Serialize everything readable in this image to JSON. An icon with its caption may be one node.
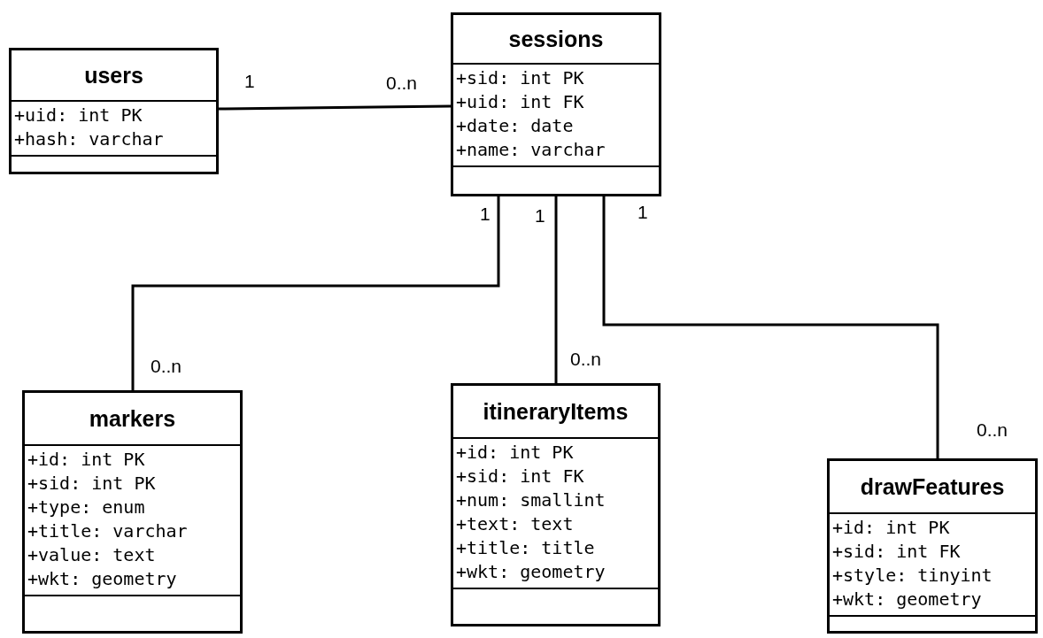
{
  "diagram": {
    "nodes": [
      {
        "text": [
          "users",
          "+uid: int PK",
          "+hash: varchar"
        ]
      },
      {
        "text": [
          "sessions",
          "+sid: int PK",
          "+uid: int FK",
          "+date: date",
          "+name: varchar"
        ]
      },
      {
        "text": [
          "markers",
          "+id: int PK",
          "+sid: int PK",
          "+type: enum",
          "+title: varchar",
          "+value: text",
          "+wkt: geometry"
        ]
      },
      {
        "text": [
          "itineraryItems",
          "+id: int PK",
          "+sid: int FK",
          "+num: smallint",
          "+text: text",
          "+title: title",
          "+wkt: geometry"
        ]
      },
      {
        "text": [
          "drawFeatures",
          "+id: int PK",
          "+sid: int FK",
          "+style: tinyint",
          "+wkt: geometry"
        ]
      }
    ],
    "edges": [
      {
        "from": 0,
        "to": 1,
        "arrow": "none"
      },
      {
        "from": 1,
        "to": 2,
        "arrow": "none"
      },
      {
        "from": 1,
        "to": 3,
        "arrow": "none"
      },
      {
        "from": 1,
        "to": 4,
        "arrow": "none"
      }
    ],
    "labels": [
      "1",
      "0..n",
      "1",
      "1",
      "1",
      "0..n",
      "0..n",
      "0..n"
    ]
  }
}
